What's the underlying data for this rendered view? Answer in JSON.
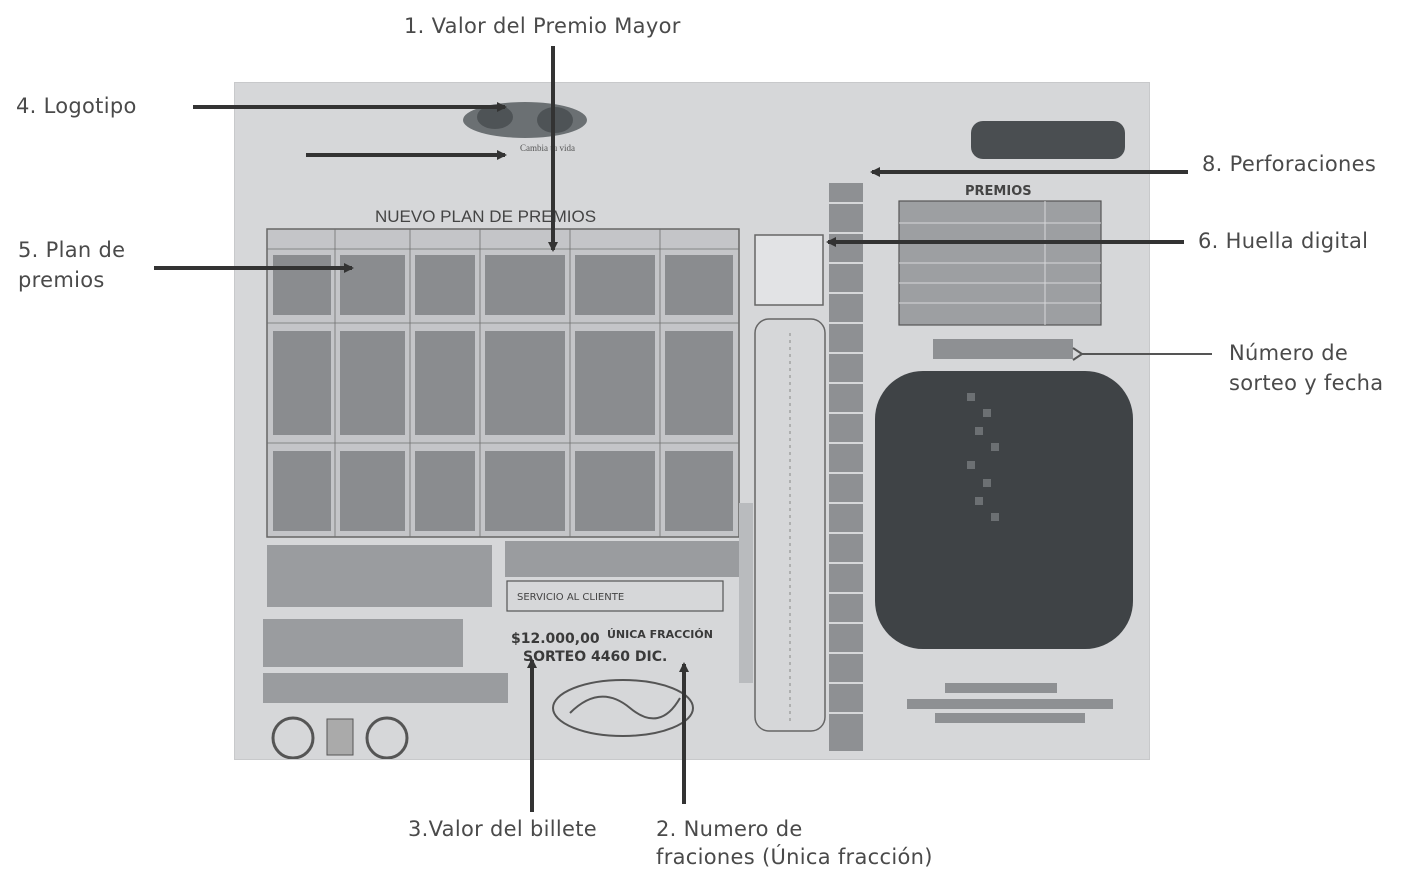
{
  "callouts": {
    "premio_mayor": "1. Valor del Premio Mayor",
    "logotipo": "4. Logotipo",
    "perforaciones": "8. Perforaciones",
    "plan_line1": "5. Plan de",
    "plan_line2": "premios",
    "huella": "6. Huella digital",
    "sorteo_line1": "Número de",
    "sorteo_line2": "sorteo y fecha",
    "valor_billete": "3.Valor del billete",
    "fracciones_line1": "2. Numero de",
    "fracciones_line2": "fraciones (Única fracción)"
  },
  "ticket": {
    "plan_title": "NUEVO PLAN DE PREMIOS",
    "premios_title": "PREMIOS",
    "servicio_line1": "SERVICIO AL CLIENTE",
    "price": "$12.000,00",
    "fraccion": "ÚNICA FRACCIÓN",
    "sorteo": "SORTEO 4460 DIC."
  },
  "colors": {
    "ticket_bg": "#d6d7d9",
    "panel_dark": "#3f4346",
    "arrow": "#333333",
    "callout_text": "#4a4a4a"
  }
}
